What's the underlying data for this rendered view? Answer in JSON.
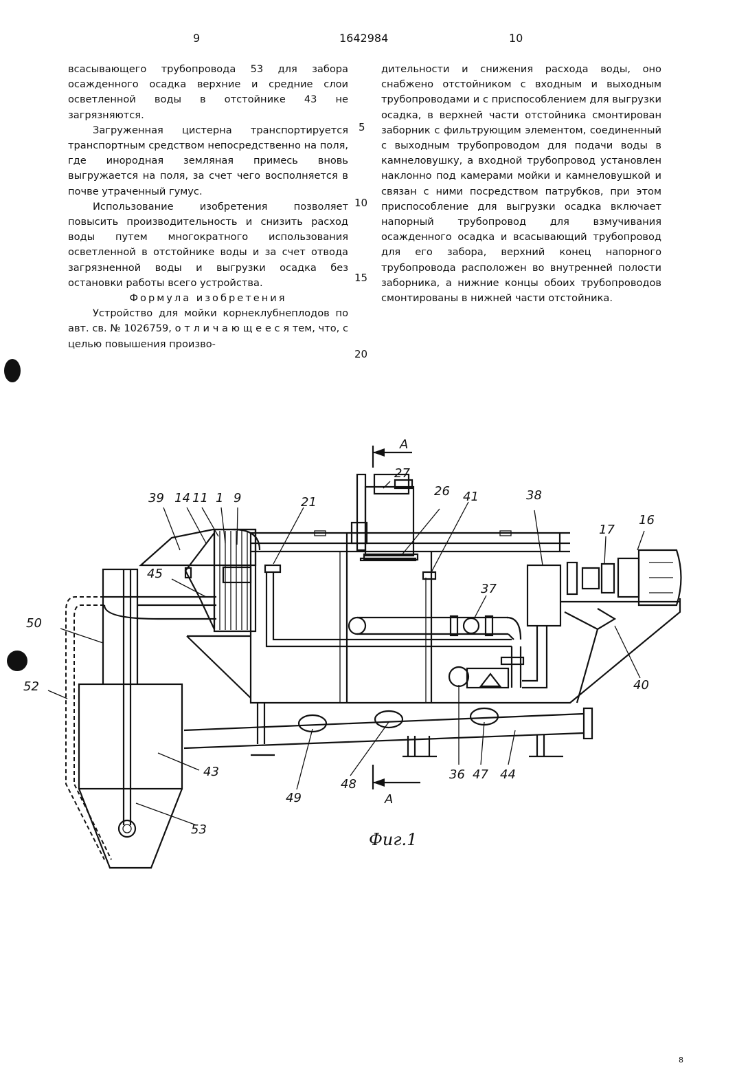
{
  "header": {
    "page_left": "9",
    "patent_number": "1642984",
    "page_right": "10"
  },
  "left_column": {
    "p1": "всасывающего трубопровода 53 для забора осажденного осадка верхние и средние слои осветленной воды в отстойнике 43 не загрязняются.",
    "p2": "Загруженная цистерна транспортируется транспортным средством непосредственно на поля, где инородная земляная примесь вновь выгружается на поля, за счет чего восполняется в почве утраченный гумус.",
    "p3": "Использование изобретения позволяет повысить производительность и снизить расход воды путем многократного использования осветленной в отстойнике воды и за счет отвода загрязненной воды и выгрузки осадка без остановки работы всего устройства.",
    "heading": "Формула изобретения",
    "p4": "Устройство для мойки корнеклубнеплодов по авт. св. № 1026759, о т л и ч а ю щ е е с я  тем, что, с целью повышения произво-"
  },
  "right_column": {
    "p1": "дительности и снижения расхода воды, оно снабжено отстойником с входным и выходным трубопроводами и с приспособлением для выгрузки осадка, в верхней части отстойника смонтирован заборник с фильтрующим элементом, соединенный с выходным трубопроводом для подачи воды в камнеловушку, а входной трубопровод установлен наклонно под камерами мойки и камнеловушкой и связан с ними посредством патрубков, при этом приспособление для выгрузки осадка включает напорный трубопровод для взмучивания осажденного осадка и всасывающий трубопровод для его забора, верхний конец напорного трубопровода расположен во внутренней полости заборника, а нижние концы обоих трубопроводов смонтированы в нижней части отстойника."
  },
  "line_numbers": [
    "5",
    "10",
    "15",
    "20"
  ],
  "figure": {
    "caption": "Фиг.1",
    "section_label": "A",
    "labels": {
      "l39": "39",
      "l14": "14",
      "l11": "11",
      "l1": "1",
      "l9": "9",
      "l21": "21",
      "l27": "27",
      "l26": "26",
      "l41": "41",
      "l38": "38",
      "l17": "17",
      "l16": "16",
      "l45": "45",
      "l37": "37",
      "l50": "50",
      "l52": "52",
      "l40": "40",
      "l43": "43",
      "l49": "49",
      "l48": "48",
      "l36": "36",
      "l47": "47",
      "l44": "44",
      "l53": "53"
    }
  },
  "footer": {
    "mark": "8"
  }
}
